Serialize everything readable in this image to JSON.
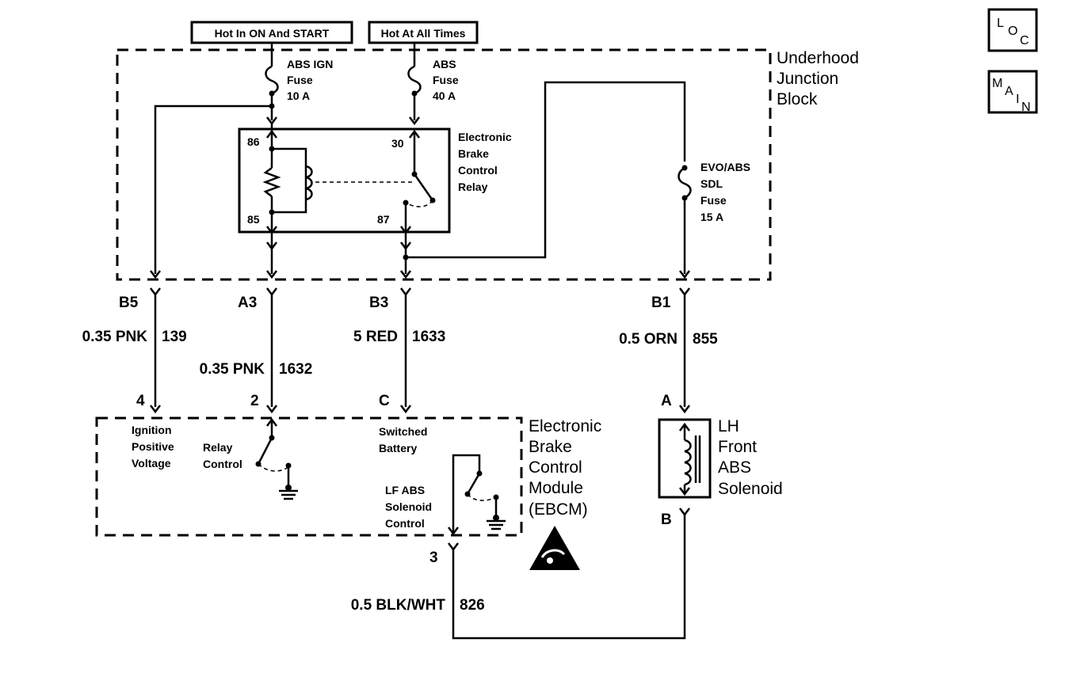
{
  "power_labels": {
    "hot_on_start": "Hot In ON And START",
    "hot_all_times": "Hot At All Times"
  },
  "icons": {
    "loc": {
      "l": "L",
      "o": "O",
      "c": "C"
    },
    "main": {
      "m": "M",
      "a": "A",
      "i": "I",
      "n": "N"
    }
  },
  "underhood": {
    "title_lines": [
      "Underhood",
      "Junction",
      "Block"
    ],
    "fuse_abs_ign": [
      "ABS IGN",
      "Fuse",
      "10 A"
    ],
    "fuse_abs": [
      "ABS",
      "Fuse",
      "40 A"
    ],
    "fuse_evo": [
      "EVO/ABS",
      "SDL",
      "Fuse",
      "15 A"
    ],
    "relay": {
      "label_lines": [
        "Electronic",
        "Brake",
        "Control",
        "Relay"
      ],
      "pin_86": "86",
      "pin_85": "85",
      "pin_30": "30",
      "pin_87": "87"
    }
  },
  "connectors": {
    "b5": "B5",
    "a3": "A3",
    "b3": "B3",
    "b1": "B1"
  },
  "wires": {
    "w139": {
      "gauge": "0.35 PNK",
      "circuit": "139"
    },
    "w1632": {
      "gauge": "0.35 PNK",
      "circuit": "1632"
    },
    "w1633": {
      "gauge": "5 RED",
      "circuit": "1633"
    },
    "w855": {
      "gauge": "0.5 ORN",
      "circuit": "855"
    },
    "w826": {
      "gauge": "0.5 BLK/WHT",
      "circuit": "826"
    }
  },
  "ebcm": {
    "label_lines": [
      "Electronic",
      "Brake",
      "Control",
      "Module",
      "(EBCM)"
    ],
    "pin_4": "4",
    "pin_2": "2",
    "pin_c": "C",
    "pin_3": "3",
    "ignition_lines": [
      "Ignition",
      "Positive",
      "Voltage"
    ],
    "relay_control_lines": [
      "Relay",
      "Control"
    ],
    "switched_battery_lines": [
      "Switched",
      "Battery"
    ],
    "lf_abs_lines": [
      "LF ABS",
      "Solenoid",
      "Control"
    ]
  },
  "solenoid": {
    "pin_a": "A",
    "pin_b": "B",
    "label_lines": [
      "LH",
      "Front",
      "ABS",
      "Solenoid"
    ]
  }
}
